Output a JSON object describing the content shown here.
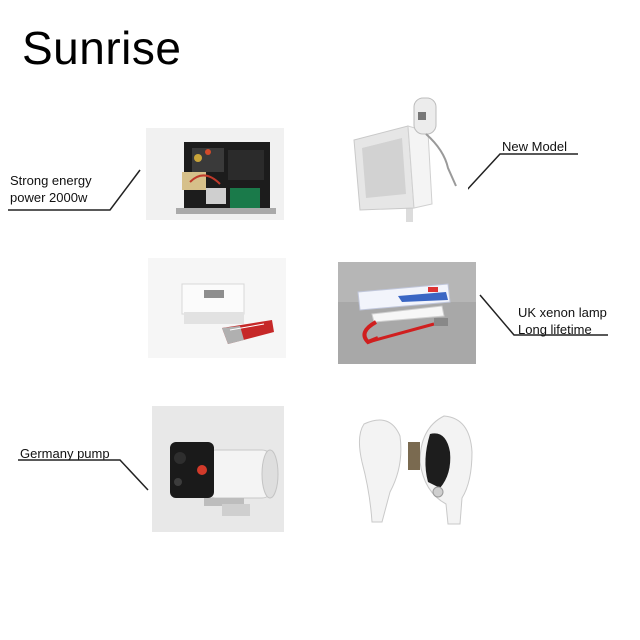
{
  "brand": "Sunrise",
  "captions": {
    "power": [
      "Strong energy",
      "power 2000w"
    ],
    "model": "New Model",
    "lamp": [
      "UK xenon lamp",
      "Long lifetime"
    ],
    "pump": "Germany pump"
  },
  "photos": [
    {
      "name": "power-supply",
      "icon": "power-supply-photo"
    },
    {
      "name": "machine",
      "icon": "ipl-machine-photo"
    },
    {
      "name": "filter",
      "icon": "filter-photo"
    },
    {
      "name": "xenon-lamp",
      "icon": "xenon-lamp-photo"
    },
    {
      "name": "pump",
      "icon": "water-pump-photo"
    },
    {
      "name": "handpiece",
      "icon": "handpiece-photo"
    }
  ]
}
